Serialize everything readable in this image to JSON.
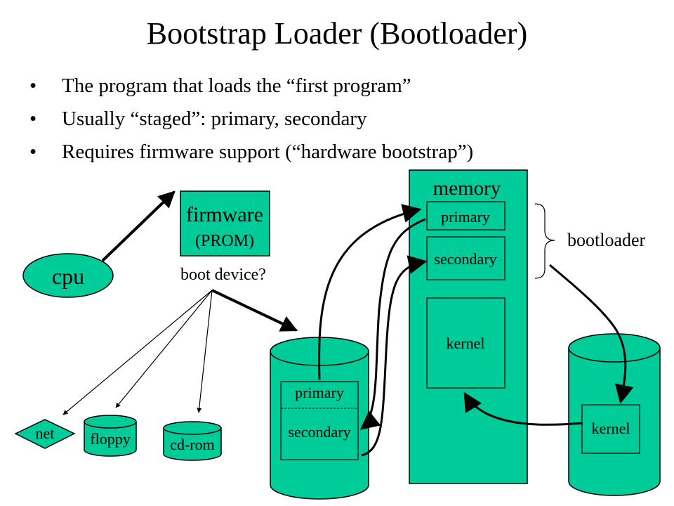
{
  "title": "Bootstrap Loader (Bootloader)",
  "bullets": [
    "The program that loads the “first program”",
    "Usually “staged”: primary, secondary",
    "Requires firmware support (“hardware bootstrap”)"
  ],
  "colors": {
    "fill": "#00cc99",
    "stroke": "#000000",
    "background": "#ffffff"
  },
  "diagram": {
    "cpu": "cpu",
    "firmware": {
      "line1": "firmware",
      "line2": "(PROM)"
    },
    "boot_device": "boot device?",
    "devices": {
      "net": "net",
      "floppy": "floppy",
      "cdrom": "cd-rom"
    },
    "disk": {
      "primary": "primary",
      "secondary": "secondary"
    },
    "memory": {
      "title": "memory",
      "primary": "primary",
      "secondary": "secondary",
      "kernel": "kernel"
    },
    "bootloader_label": "bootloader",
    "kernel_disk": {
      "kernel": "kernel"
    }
  }
}
